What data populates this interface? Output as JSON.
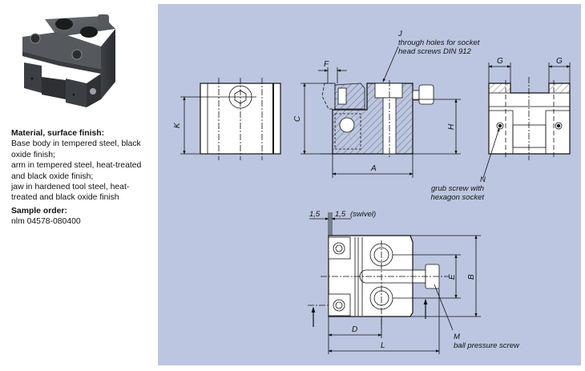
{
  "product_image": {
    "alt": "cam clamp product photo"
  },
  "info": {
    "material_heading": "Material, surface finish:",
    "material_lines": [
      "Base body in tempered steel, black",
      "oxide finish;",
      "arm in tempered steel, heat-treated",
      "and black oxide finish;",
      "jaw in hardened tool steel, heat-",
      "treated and black oxide finish"
    ],
    "sample_heading": "Sample order:",
    "sample_value": "nlm 04578-080400"
  },
  "drawing": {
    "background_color": "#bcc6e0",
    "dimension_labels": {
      "A": "A",
      "B": "B",
      "C": "C",
      "D": "D",
      "E": "E",
      "F": "F",
      "G": "G",
      "H": "H",
      "K": "K",
      "L": "L"
    },
    "callouts": {
      "J_letter": "J",
      "J_line1": "through holes for socket",
      "J_line2": "head screws DIN 912",
      "N_letter": "N",
      "N_line1": "grub screw with",
      "N_line2": "hexagon socket",
      "M_letter": "M",
      "M_line1": "ball pressure screw"
    },
    "swivel": {
      "left_value": "1,5",
      "right_value": "1,5",
      "note": "(swivel)"
    }
  }
}
